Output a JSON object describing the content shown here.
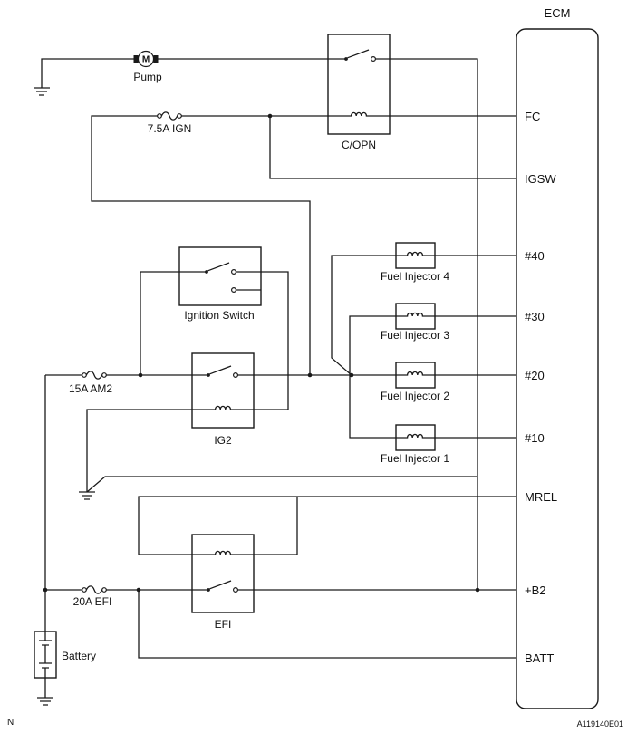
{
  "ecm": {
    "title": "ECM",
    "pins": {
      "fc": "FC",
      "igsw": "IGSW",
      "n40": "#40",
      "n30": "#30",
      "n20": "#20",
      "n10": "#10",
      "mrel": "MREL",
      "b2": "+B2",
      "batt": "BATT"
    }
  },
  "components": {
    "pump": {
      "label": "Pump",
      "symbol": "M"
    },
    "fuse_ign": "7.5A IGN",
    "relay_copn": "C/OPN",
    "ignition_switch": "Ignition Switch",
    "relay_ig2": "IG2",
    "fuse_am2": "15A AM2",
    "fuse_efi": "20A EFI",
    "relay_efi": "EFI",
    "battery": "Battery",
    "injectors": [
      "Fuel Injector 4",
      "Fuel Injector 3",
      "Fuel Injector 2",
      "Fuel Injector 1"
    ]
  },
  "footer": {
    "orientation_mark": "N",
    "figure_code": "A119140E01"
  },
  "colors": {
    "line": "#1a1a1a",
    "background": "#ffffff"
  }
}
